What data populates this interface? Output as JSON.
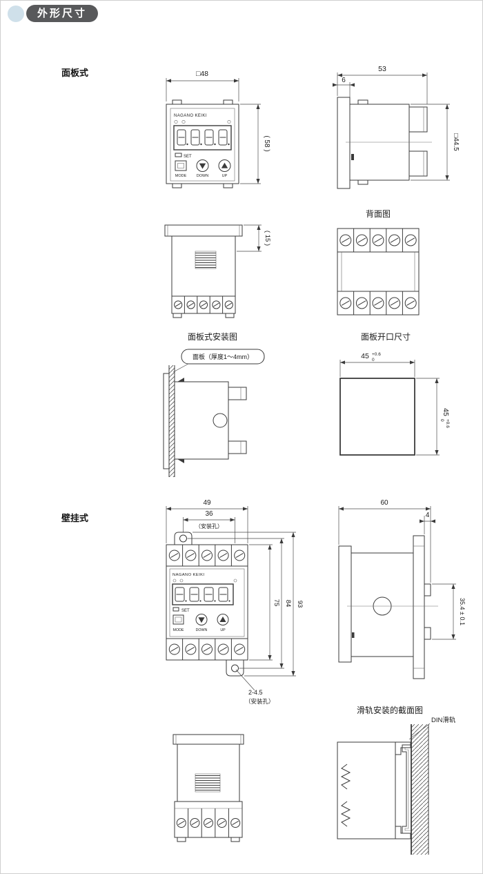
{
  "colors": {
    "badge_bg": "#58595b",
    "bullet_bg": "#cfe0ea",
    "line": "#3a3a3a"
  },
  "header": {
    "title": "外形尺寸"
  },
  "device": {
    "brand": "NAGANO KEIKI",
    "set": "SET",
    "mode": "MODE",
    "down": "DOWN",
    "up": "UP"
  },
  "panel": {
    "label": "面板式",
    "front": {
      "width": "□48",
      "height": "( 58 )"
    },
    "side": {
      "depth": "53",
      "bezel": "6",
      "square": "□44.5"
    },
    "bottom": {
      "depth": "( 15 )"
    },
    "back": {
      "title": "背面图"
    },
    "mount": {
      "title": "面板式安装图",
      "callout": "面板（厚度1～4mm）"
    },
    "cutout": {
      "title": "面板开口尺寸",
      "size": "45",
      "tol_plus": "+0.6",
      "tol_zero": "0"
    }
  },
  "wall": {
    "label": "壁挂式",
    "front": {
      "width": "49",
      "hole_span": "36",
      "hole_note": "（安装孔）",
      "height_body": "75",
      "height_holes": "84",
      "height_total": "93",
      "hole_callout": "2-4.5",
      "hole_callout_note": "（安装孔）"
    },
    "side": {
      "depth": "60",
      "plate": "4",
      "latch_span": "35.4 ± 0.1"
    },
    "rail": {
      "title": "滑轨安装的截面图",
      "din_label": "DIN滑轨"
    }
  }
}
